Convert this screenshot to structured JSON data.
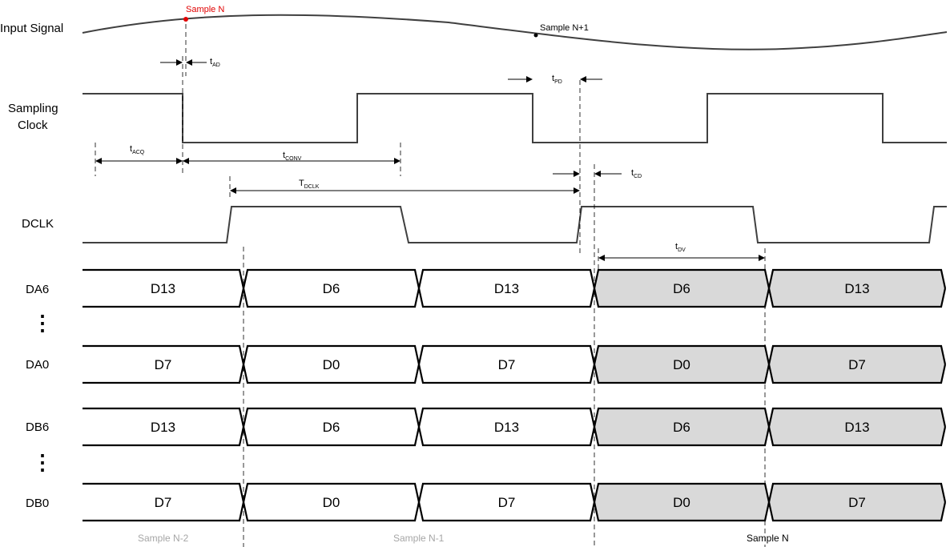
{
  "colors": {
    "wave": "#404040",
    "sample_mark": "#e00000",
    "shaded_bus": "#d9d9d9",
    "footer_gray": "#a6a6a6"
  },
  "labels": {
    "input_signal": "Input Signal",
    "sampling_clock_1": "Sampling",
    "sampling_clock_2": "Clock",
    "dclk": "DCLK",
    "da6": "DA6",
    "da0": "DA0",
    "db6": "DB6",
    "db0": "DB0"
  },
  "markers": {
    "sample_n": "Sample N",
    "sample_n1": "Sample N+1"
  },
  "timings": {
    "tad": {
      "base": "t",
      "sub": "AD"
    },
    "tpd": {
      "base": "t",
      "sub": "PD"
    },
    "tacq": {
      "base": "t",
      "sub": "ACQ"
    },
    "tconv": {
      "base": "t",
      "sub": "CONV"
    },
    "tdclk": {
      "base": "T",
      "sub": "DCLK"
    },
    "tcd": {
      "base": "t",
      "sub": "CD"
    },
    "tdv": {
      "base": "t",
      "sub": "DV"
    }
  },
  "buses": {
    "da6": [
      "D13",
      "D6",
      "D13",
      "D6",
      "D13"
    ],
    "da0": [
      "D7",
      "D0",
      "D7",
      "D0",
      "D7"
    ],
    "db6": [
      "D13",
      "D6",
      "D13",
      "D6",
      "D13"
    ],
    "db0": [
      "D7",
      "D0",
      "D7",
      "D0",
      "D7"
    ]
  },
  "footer": {
    "s1": "Sample N-2",
    "s2": "Sample N-1",
    "s3": "Sample N"
  },
  "ellipsis": "⋮"
}
